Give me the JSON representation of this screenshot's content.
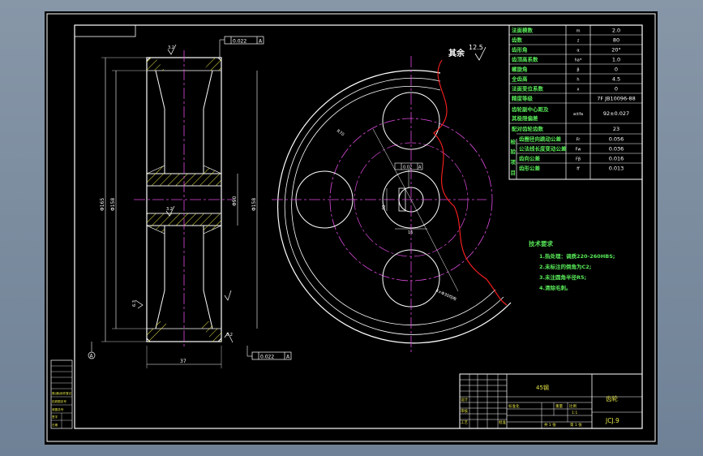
{
  "drawing": {
    "rough_label": "其余",
    "rough_value": "12.5",
    "tech_title": "技术要求",
    "tech_items": [
      "1.热处理：调质220-260HBS;",
      "2.未标注的倒角为C2;",
      "3.未注圆角半径R5;",
      "4.清除毛刺。"
    ],
    "dims_left": {
      "top_ra": "3.2",
      "tol_top": "0.022",
      "tol_bot": "0.022",
      "datum": "A",
      "d1": "Φ165",
      "d2": "Φ158",
      "d3": "Φ90",
      "d4": "Φ158",
      "width": "37",
      "bottom_ra": "3.2",
      "left_ra": "6.3",
      "mid_ra": "3.2"
    },
    "dims_right": {
      "tol_box": "0.02",
      "tol_datum": "A",
      "bore_dim": "16",
      "hub_dim": "40",
      "r_top": "R70",
      "r_bot": "4×Φ30均布"
    }
  },
  "param_table": {
    "rows": [
      {
        "label": "法面模数",
        "sym": "m",
        "val": "2.0"
      },
      {
        "label": "齿数",
        "sym": "z",
        "val": "80"
      },
      {
        "label": "齿形角",
        "sym": "α",
        "val": "20°"
      },
      {
        "label": "齿顶高系数",
        "sym": "ha*",
        "val": "1.0"
      },
      {
        "label": "螺旋角",
        "sym": "β",
        "val": "0"
      },
      {
        "label": "全齿高",
        "sym": "h",
        "val": "4.5"
      },
      {
        "label": "法面变位系数",
        "sym": "x",
        "val": "0"
      },
      {
        "label": "精度等级",
        "sym": "",
        "val": "7F JB10096-88"
      },
      {
        "label": "齿轮副中心距及其极限偏差",
        "sym": "a±fa",
        "val": "92±0.027"
      },
      {
        "label": "配对齿轮齿数",
        "sym": "",
        "val": "23"
      },
      {
        "label": "齿圈径向跳动公差",
        "sym": "Fr",
        "val": "0.056"
      },
      {
        "label": "公法线长度变动公差",
        "sym": "Fw",
        "val": "0.036"
      },
      {
        "label": "齿向公差",
        "sym": "Fβ",
        "val": "0.016"
      },
      {
        "label": "齿形公差",
        "sym": "ff",
        "val": "0.013"
      }
    ],
    "group_label": [
      "检",
      "验",
      "项",
      "目"
    ]
  },
  "title_block": {
    "material": "45钢",
    "part_name": "齿轮",
    "drawing_no": "JCJ.9",
    "scale_label": "比例",
    "scale_value": "1:1",
    "sheet_label": "第 1 张",
    "sheet_total": "共 1 张",
    "weight_label": "重量",
    "labels": [
      "设计",
      "审核",
      "工艺",
      "批准",
      "标准化"
    ],
    "side_labels": [
      "借(通)用件登记",
      "旧底图总号",
      "底图总号",
      "签字",
      "日期"
    ]
  },
  "colors": {
    "white": "#ffffff",
    "cyan": "#35e6e6",
    "magenta": "#e04ce0",
    "red": "#ff2020",
    "yellow": "#e8e84a",
    "green": "#58e858"
  }
}
